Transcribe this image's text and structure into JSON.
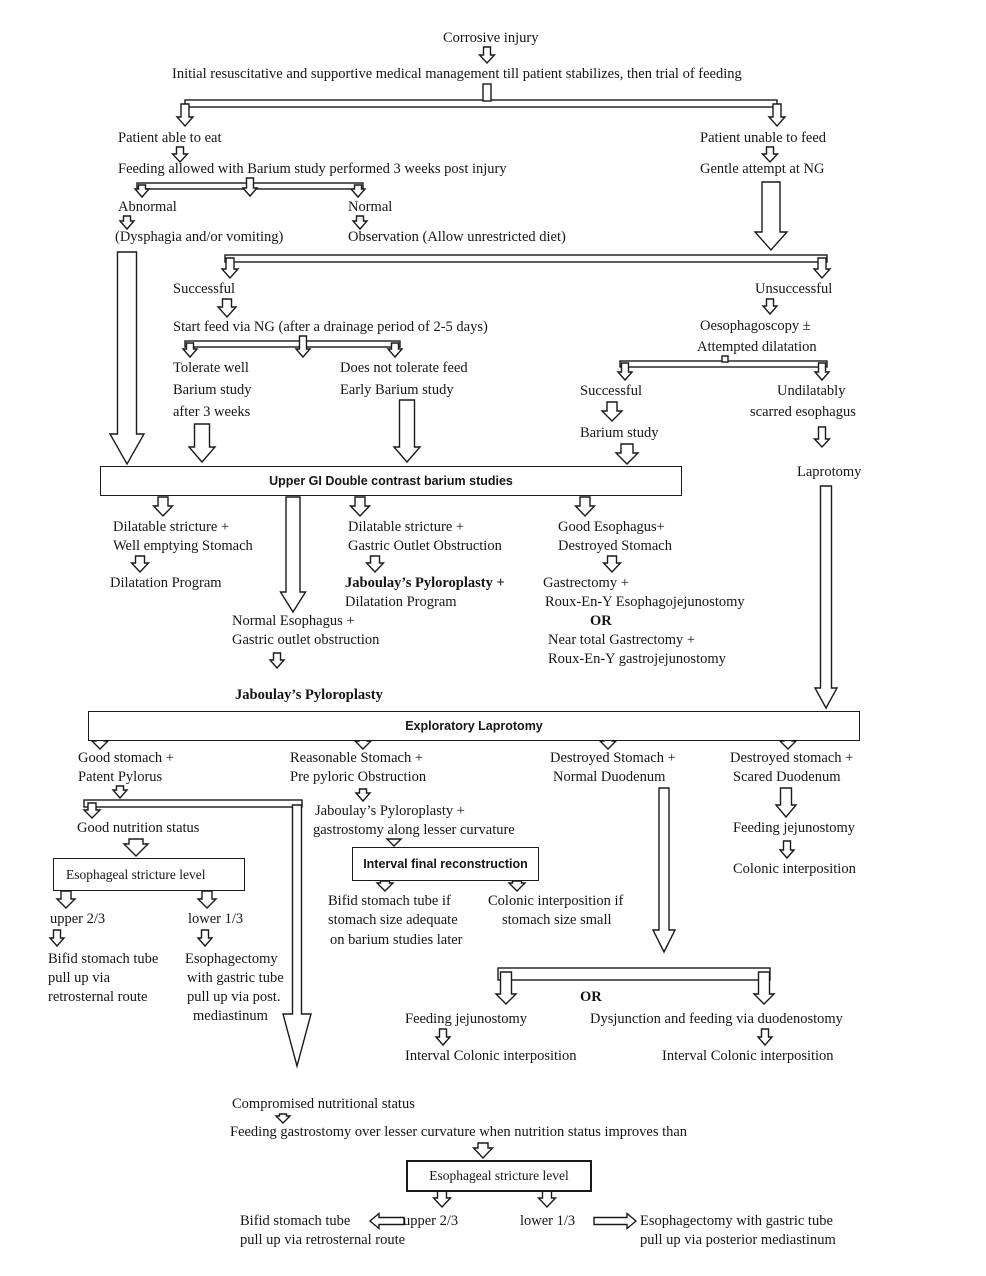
{
  "figure": {
    "colors": {
      "background": "#ffffff",
      "line": "#1a1a1a",
      "text": "#151515"
    },
    "nodes": {
      "corrosive_injury": {
        "lines": [
          "Corrosive injury"
        ]
      },
      "initial_management": {
        "lines": [
          "Initial resuscitative and supportive medical management till patient stabilizes, then trial of feeding"
        ]
      },
      "patient_able": {
        "lines": [
          "Patient able to eat"
        ]
      },
      "patient_unable": {
        "lines": [
          "Patient unable to feed"
        ]
      },
      "feeding_allowed": {
        "lines": [
          "Feeding allowed with Barium study performed 3 weeks post injury"
        ]
      },
      "gentle_attempt": {
        "lines": [
          "Gentle attempt at NG"
        ]
      },
      "abnormal": {
        "lines": [
          "Abnormal"
        ]
      },
      "normal": {
        "lines": [
          "Normal"
        ]
      },
      "dysphagia": {
        "lines": [
          "(Dysphagia and/or vomiting)"
        ]
      },
      "observation": {
        "lines": [
          "Observation (Allow unrestricted diet)"
        ]
      },
      "successful_ng": {
        "lines": [
          "Successful"
        ]
      },
      "unsuccessful_ng": {
        "lines": [
          "Unsuccessful"
        ]
      },
      "start_feed": {
        "lines": [
          "Start feed via NG (after a drainage period of 2-5 days)"
        ]
      },
      "oesophagoscopy": {
        "lines": [
          "Oesophagoscopy ±",
          "Attempted dilatation"
        ]
      },
      "tolerate_well": {
        "lines": [
          "Tolerate well",
          "Barium study",
          "after 3 weeks"
        ]
      },
      "does_not_tolerate": {
        "lines": [
          "Does not tolerate feed",
          "Early Barium study"
        ]
      },
      "successful_dilatation": {
        "lines": [
          "Successful"
        ]
      },
      "undilatable": {
        "lines": [
          "Undilatably",
          "scarred  esophagus"
        ]
      },
      "barium_study": {
        "lines": [
          "Barium study"
        ]
      },
      "laprotomy": {
        "lines": [
          "Laprotomy"
        ]
      },
      "dilatable_well_emptying": {
        "lines": [
          "Dilatable stricture +",
          "Well emptying Stomach"
        ]
      },
      "dilatation_program": {
        "lines": [
          "Dilatation Program"
        ]
      },
      "dilatable_goo": {
        "lines": [
          "Dilatable stricture +",
          "Gastric Outlet Obstruction"
        ]
      },
      "jaboulay_dilatation": {
        "lines": [
          "Jaboulay’s Pyloroplasty +",
          "Dilatation Program"
        ]
      },
      "good_esophagus": {
        "lines": [
          "Good Esophagus+",
          "Destroyed Stomach"
        ]
      },
      "gastrectomy_options": {
        "lines": [
          "Gastrectomy +",
          "Roux-En-Y Esophagojejunostomy",
          "OR",
          "Near total Gastrectomy +",
          "Roux-En-Y gastrojejunostomy"
        ]
      },
      "normal_esophagus": {
        "lines": [
          "Normal Esophagus +",
          "Gastric outlet obstruction"
        ]
      },
      "jaboulay_pyloroplasty": {
        "lines": [
          "Jaboulay’s Pyloroplasty"
        ]
      },
      "good_stomach": {
        "lines": [
          "Good stomach +",
          "Patent Pylorus"
        ]
      },
      "reasonable_stomach": {
        "lines": [
          "Reasonable Stomach +",
          "Pre pyloric Obstruction"
        ]
      },
      "destroyed_normal": {
        "lines": [
          "Destroyed Stomach +",
          "Normal Duodenum"
        ]
      },
      "destroyed_scared": {
        "lines": [
          "Destroyed stomach +",
          "Scared Duodenum"
        ]
      },
      "good_nutrition": {
        "lines": [
          "Good nutrition status"
        ]
      },
      "upper_two_thirds_1": {
        "lines": [
          "upper 2/3"
        ]
      },
      "lower_one_third_1": {
        "lines": [
          "lower 1/3"
        ]
      },
      "bifid_retrosternal_1": {
        "lines": [
          "Bifid stomach tube",
          "pull up via",
          "retrosternal route"
        ]
      },
      "esophagectomy_post": {
        "lines": [
          "Esophagectomy",
          "with gastric tube",
          "pull up via post.",
          "mediastinum"
        ]
      },
      "jaboulay_gastrostomy": {
        "lines": [
          "Jaboulay’s Pyloroplasty +",
          "gastrostomy along lesser curvature"
        ]
      },
      "bifid_if_adequate": {
        "lines": [
          "Bifid stomach tube if",
          "stomach size adequate",
          "on barium studies later"
        ]
      },
      "colonic_if_small": {
        "lines": [
          "Colonic interposition if",
          "stomach size small"
        ]
      },
      "feeding_jejunostomy_right": {
        "lines": [
          "Feeding jejunostomy"
        ]
      },
      "colonic_interposition_right": {
        "lines": [
          "Colonic interposition"
        ]
      },
      "or_bottom": {
        "lines": [
          "OR"
        ]
      },
      "feeding_jejunostomy_mid": {
        "lines": [
          "Feeding jejunostomy"
        ]
      },
      "dysjunction": {
        "lines": [
          "Dysjunction and feeding via duodenostomy"
        ]
      },
      "interval_colonic_mid": {
        "lines": [
          "Interval Colonic interposition"
        ]
      },
      "interval_colonic_right": {
        "lines": [
          "Interval Colonic interposition"
        ]
      },
      "compromised": {
        "lines": [
          "Compromised nutritional status"
        ]
      },
      "feeding_gastrostomy": {
        "lines": [
          "Feeding gastrostomy over lesser curvature when nutrition status improves than"
        ]
      },
      "upper_two_thirds_2": {
        "lines": [
          "upper 2/3"
        ]
      },
      "lower_one_third_2": {
        "lines": [
          "lower 1/3"
        ]
      },
      "bifid_retrosternal_2": {
        "lines": [
          "Bifid stomach tube",
          "pull up via retrosternal route"
        ]
      },
      "esophagectomy_posterior": {
        "lines": [
          "Esophagectomy with gastric tube",
          "pull up via posterior mediastinum"
        ]
      }
    },
    "boxes": {
      "upper_gi": {
        "label": "Upper GI Double contrast barium studies"
      },
      "exploratory": {
        "label": "Exploratory Laprotomy"
      },
      "esophageal_level_upper": {
        "label": "Esophageal stricture level"
      },
      "interval_reconstruction": {
        "label": "Interval final reconstruction"
      },
      "esophageal_level_lower": {
        "label": "Esophageal stricture level"
      }
    }
  }
}
